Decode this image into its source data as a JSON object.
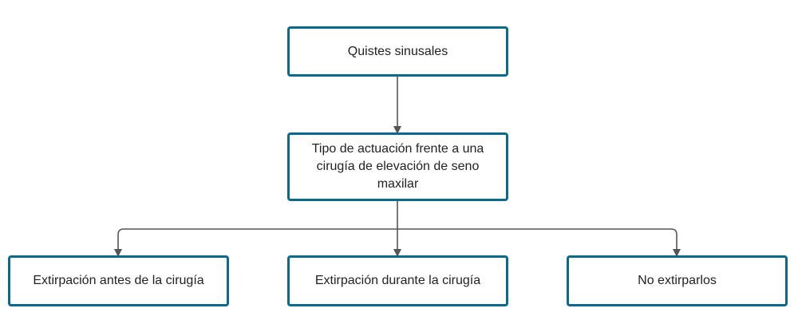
{
  "diagram": {
    "root": "Quistes sinusales",
    "middle": "Tipo de actuación frente a una cirugía de elevación de seno maxilar",
    "options": [
      "Extirpación antes de la cirugía",
      "Extirpación durante la cirugía",
      "No extirparlos"
    ],
    "colors": {
      "box_border": "#0b6a8c",
      "connector": "#555555",
      "text": "#222222"
    }
  }
}
